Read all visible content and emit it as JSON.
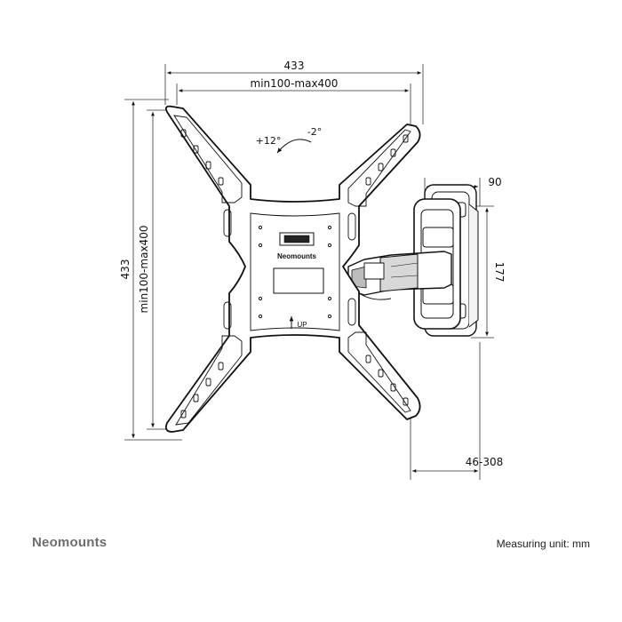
{
  "dimensions": {
    "overall_width": "433",
    "vesa_width": "min100-max400",
    "overall_height": "433",
    "vesa_height": "min100-max400",
    "wall_plate_depth": "90",
    "wall_plate_height": "177",
    "extension_range": "46-308"
  },
  "tilt": {
    "up": "+12°",
    "down": "-2°"
  },
  "plate_labels": {
    "brand": "Neomounts",
    "up": "UP"
  },
  "footer": {
    "brand": "Neomounts",
    "measuring_unit": "Measuring unit: mm"
  }
}
